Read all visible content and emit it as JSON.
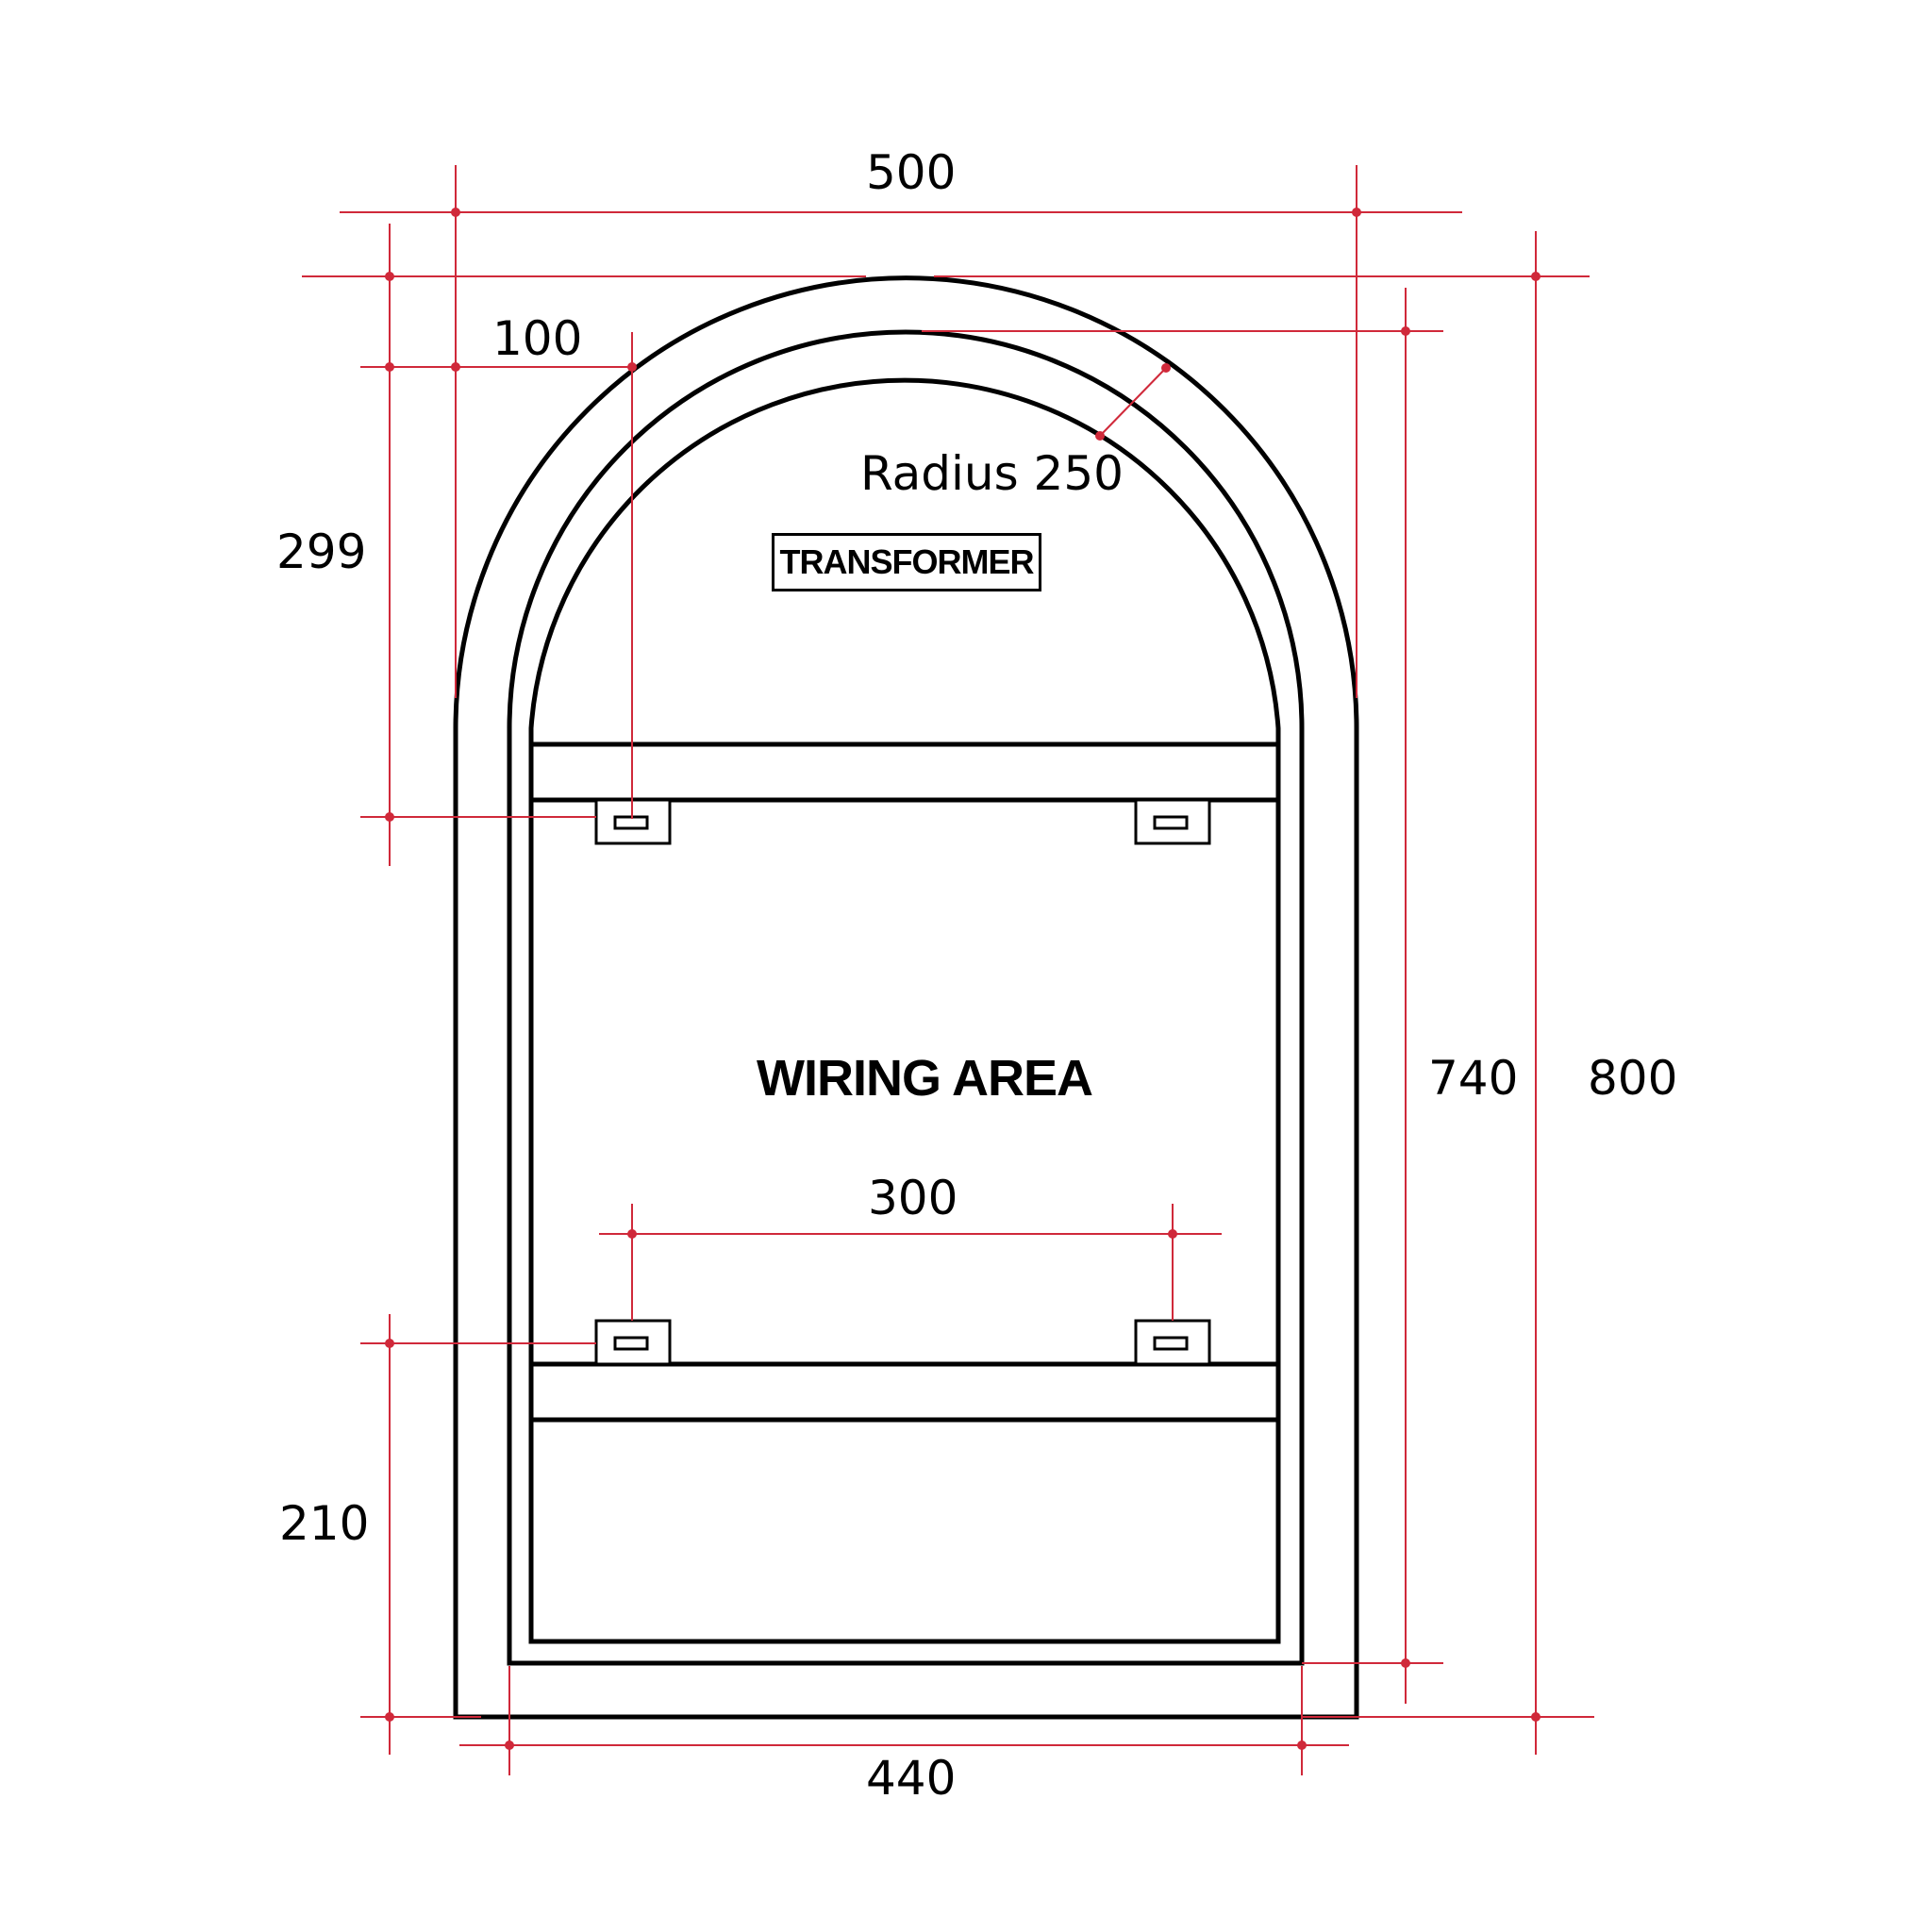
{
  "drawing": {
    "title": "Arched niche enclosure dimension drawing",
    "colors": {
      "dimension_line": "#d0293a",
      "outline": "#000000",
      "background": "#ffffff"
    },
    "labels": {
      "transformer": "TRANSFORMER",
      "wiring_area": "WIRING AREA"
    },
    "dimensions": {
      "overall_width": "500",
      "inner_width": "440",
      "overall_height": "800",
      "inner_height": "740",
      "side_offset": "100",
      "top_to_upper_bracket": "299",
      "bottom_to_lower_bracket": "210",
      "bracket_spacing": "300",
      "radius": "Radius 250"
    }
  }
}
